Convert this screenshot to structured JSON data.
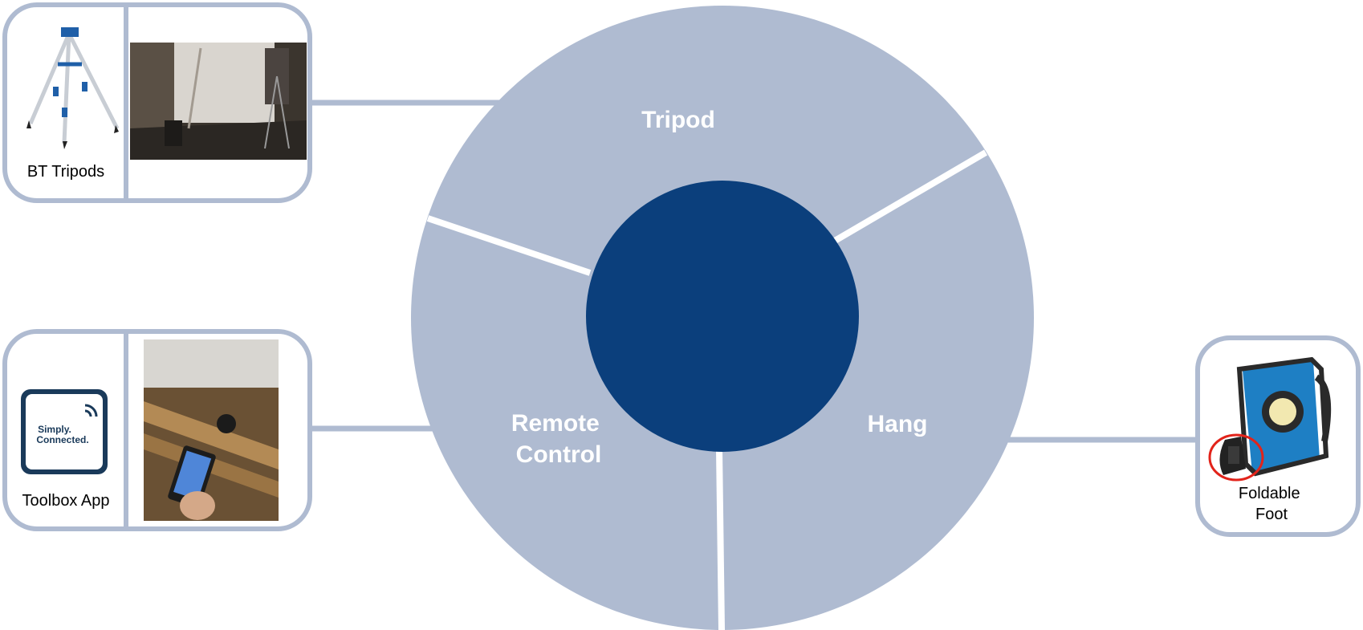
{
  "colors": {
    "ring": "#afbbd1",
    "hub": "#0b3f7c",
    "card_border": "#afbbd1",
    "segment_text": "#ffffff",
    "card_text": "#000000",
    "highlight_circle": "#e2231a"
  },
  "segments": [
    {
      "label": "Tripod"
    },
    {
      "label": "Hang"
    },
    {
      "label_line1": "Remote",
      "label_line2": "Control"
    }
  ],
  "cards": {
    "tripods": {
      "label": "BT Tripods",
      "icon": "tripod-icon",
      "photo": "basement-tripod-photo"
    },
    "toolbox": {
      "label": "Toolbox App",
      "logo_line1": "Simply.",
      "logo_line2": "Connected.",
      "icon": "simply-connected-logo",
      "photo": "phone-control-photo"
    },
    "foot": {
      "label_line1": "Foldable",
      "label_line2": "Foot",
      "icon": "worklight-icon"
    }
  }
}
